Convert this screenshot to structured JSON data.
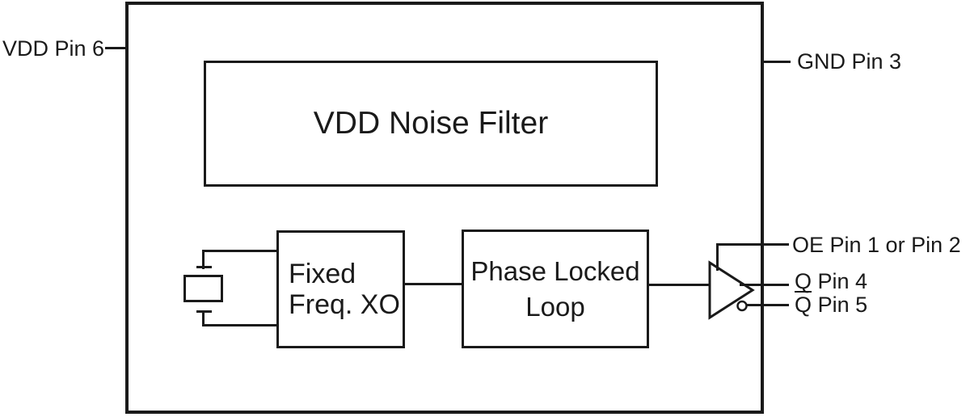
{
  "diagram": {
    "colors": {
      "stroke": "#1a1a1a",
      "background": "#ffffff"
    },
    "blocks": {
      "noise_filter": {
        "label": "VDD Noise Filter"
      },
      "xo": {
        "line1": "Fixed",
        "line2": "Freq. XO"
      },
      "pll": {
        "line1": "Phase Locked",
        "line2": "Loop"
      }
    },
    "pins": {
      "vdd": {
        "label": "VDD Pin 6"
      },
      "gnd": {
        "label": "GND Pin 3"
      },
      "oe": {
        "label": "OE Pin 1 or Pin 2"
      },
      "q": {
        "label": "Q Pin 4"
      },
      "qbar": {
        "overlined": "Q",
        "rest": "Pin 5"
      }
    },
    "symbols": {
      "crystal": "crystal-resonator",
      "buffer": "output-buffer-with-inverting-output"
    }
  }
}
